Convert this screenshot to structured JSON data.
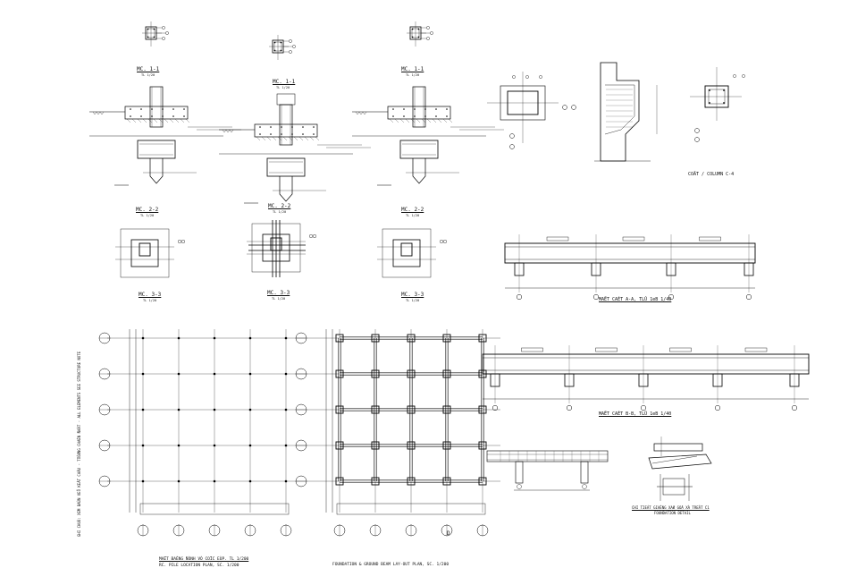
{
  "sections": {
    "mc11_a": "MC. 1-1",
    "mc11_b": "MC. 1-1",
    "mc11_c": "MC. 1-1",
    "mc22_a": "MC. 2-2",
    "mc22_b": "MC. 2-2",
    "mc22_c": "MC. 2-2",
    "mc33_a": "MC. 3-3",
    "mc33_b": "MC. 3-3",
    "mc33_c": "MC. 3-3",
    "scale_small": "TL 1/20"
  },
  "column": {
    "title": "COÄT / COLUMN C-4"
  },
  "beam_aa": {
    "title": "MAËT CAÉT A-A, TLÛ 1eB 1/40"
  },
  "beam_bb": {
    "title": "MAËT CAÉT B-B, TLÛ 1eB 1/40"
  },
  "detail": {
    "title_vi": "CHI TIEÁT GIAÈNG XAØ GOÃ XÀ TREÂT C1",
    "title_en": "FOUNDATION DETAIL"
  },
  "pile_plan": {
    "title_vi": "MAËT BAÈNG ÑÒNH VÒ COÏC EÙP. TL 1/200",
    "title_en": "RC. PILE LOCATION PLAN, SC. 1/200"
  },
  "foundation_plan": {
    "title": "FOUNDATION & GROUND BEAM LAY-OUT PLAN, SC. 1/200"
  },
  "grid_letter": "D",
  "side_note": "GHI CHUÙ: XEM BAÛN VEÕ KEÁT CAÁU - TÖÔØNG CHAÉN ÑAÁT - ALL ELEMENTS SEE STRUCTURE NOTE"
}
